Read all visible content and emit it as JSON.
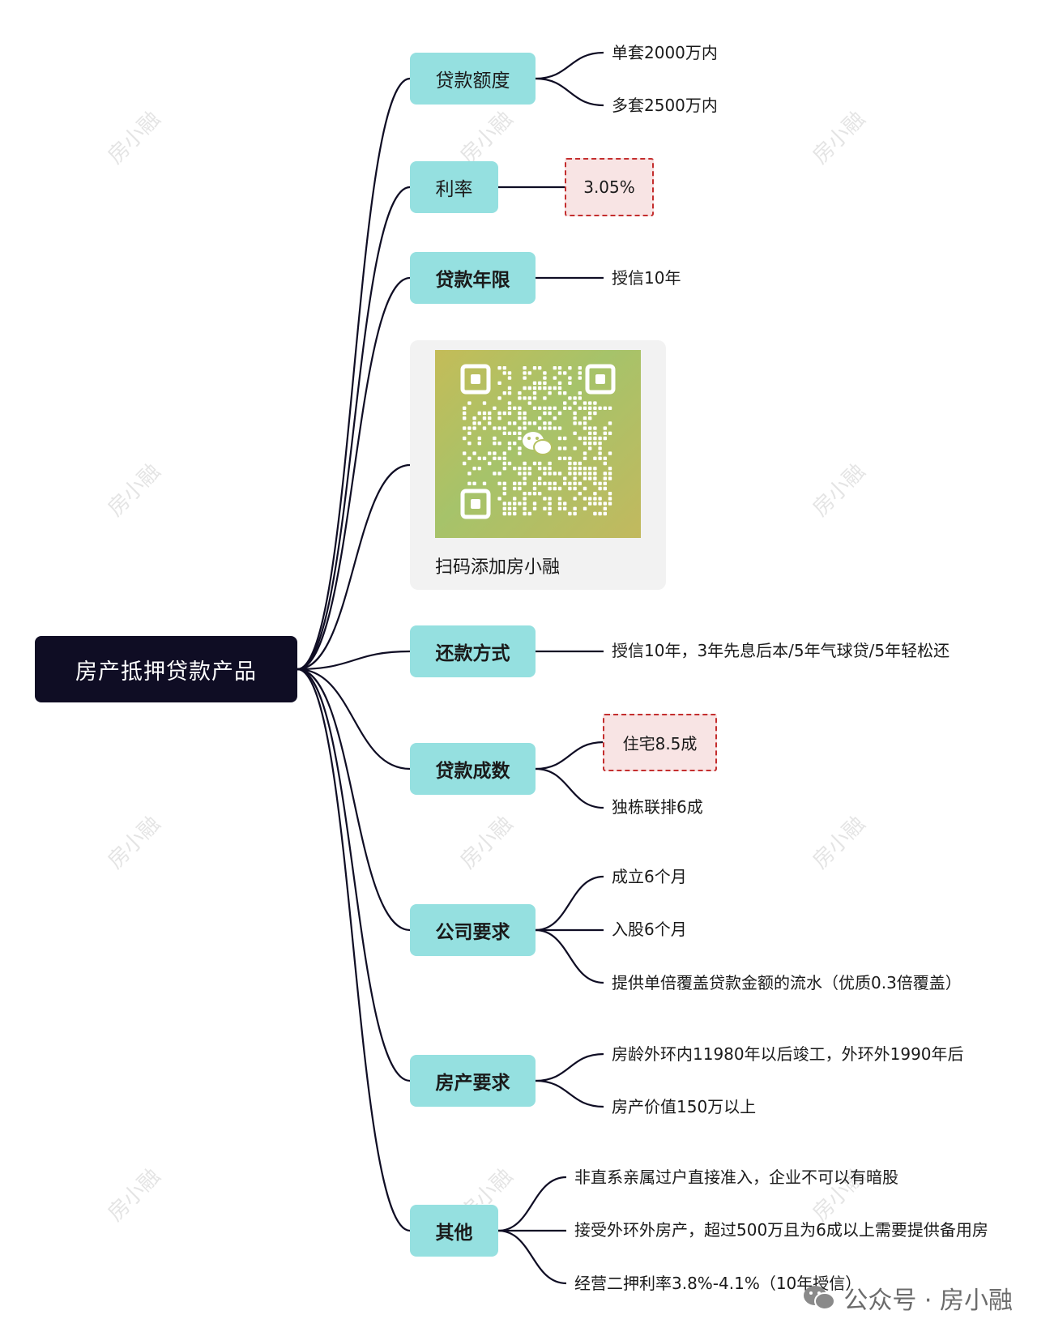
{
  "root": {
    "label": "房产抵押贷款产品"
  },
  "branches": [
    {
      "id": "amount",
      "label": "贷款额度",
      "leaves": [
        "单套2000万内",
        "多套2500万内"
      ]
    },
    {
      "id": "rate",
      "label": "利率",
      "boxed_leaf": "3.05%"
    },
    {
      "id": "term",
      "label": "贷款年限",
      "leaves": [
        "授信10年"
      ]
    },
    {
      "id": "repay",
      "label": "还款方式",
      "leaves": [
        "授信10年，3年先息后本/5年气球贷/5年轻松还"
      ]
    },
    {
      "id": "ratio",
      "label": "贷款成数",
      "boxed_leaf": "住宅8.5成",
      "leaves": [
        "独栋联排6成"
      ]
    },
    {
      "id": "company",
      "label": "公司要求",
      "leaves": [
        "成立6个月",
        "入股6个月",
        "提供单倍覆盖贷款金额的流水（优质0.3倍覆盖）"
      ]
    },
    {
      "id": "property",
      "label": "房产要求",
      "leaves": [
        "房龄外环内11980年以后竣工，外环外1990年后",
        "房产价值150万以上"
      ]
    },
    {
      "id": "other",
      "label": "其他",
      "leaves": [
        "非直系亲属过户直接准入，企业不可以有暗股",
        "接受外环外房产，超过500万且为6成以上需要提供备用房",
        "经营二押利率3.8%-4.1%（10年授信）"
      ]
    }
  ],
  "qr": {
    "caption": "扫码添加房小融",
    "icon": "wechat-icon"
  },
  "watermark": "房小融",
  "footer": {
    "text": "公众号 · 房小融",
    "icon": "wechat-icon"
  },
  "colors": {
    "root_bg": "#0f0d24",
    "branch_bg": "#95e0e0",
    "boxed_bg": "#f8e4e4",
    "boxed_border": "#c42e2e",
    "line": "#0f0d24"
  }
}
